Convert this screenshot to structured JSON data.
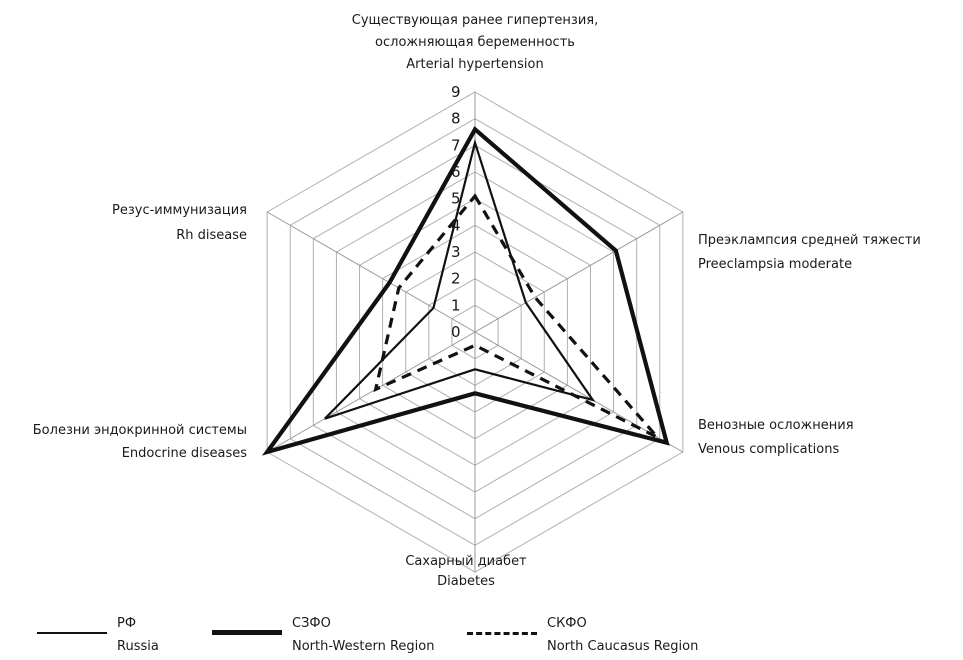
{
  "chart_data": {
    "type": "radar",
    "axes": [
      {
        "label_lines": [
          "Существующая ранее гипертензия,",
          "осложняющая беременность",
          "Arterial hypertension"
        ]
      },
      {
        "label_lines": [
          "Преэклампсия средней тяжести",
          "Preeclampsia moderate"
        ]
      },
      {
        "label_lines": [
          "Венозные осложнения",
          "Venous complications"
        ]
      },
      {
        "label_lines": [
          "Сахарный диабет",
          "Diabetes"
        ]
      },
      {
        "label_lines": [
          "Болезни эндокринной системы",
          "Endocrine diseases"
        ]
      },
      {
        "label_lines": [
          "Резус-иммунизация",
          "Rh disease"
        ]
      }
    ],
    "range": [
      0,
      9
    ],
    "ticks": [
      "0",
      "1",
      "2",
      "3",
      "4",
      "5",
      "6",
      "7",
      "8",
      "9"
    ],
    "series": [
      {
        "name_ru": "РФ",
        "name_en": "Russia",
        "style": "solid-thin",
        "values": [
          7.1,
          2.2,
          5.1,
          1.4,
          6.5,
          1.8
        ]
      },
      {
        "name_ru": "СЗФО",
        "name_en": "North-Western Region",
        "style": "solid-thick",
        "values": [
          7.6,
          6.1,
          8.3,
          2.3,
          9.0,
          3.7
        ]
      },
      {
        "name_ru": "СКФО",
        "name_en": "North Caucasus Region",
        "style": "dashed",
        "values": [
          5.1,
          2.6,
          7.9,
          0.5,
          4.3,
          3.3
        ]
      }
    ],
    "colors": {
      "axis": "#999999",
      "grid": "#b0b0b0",
      "line": "#111111"
    }
  }
}
